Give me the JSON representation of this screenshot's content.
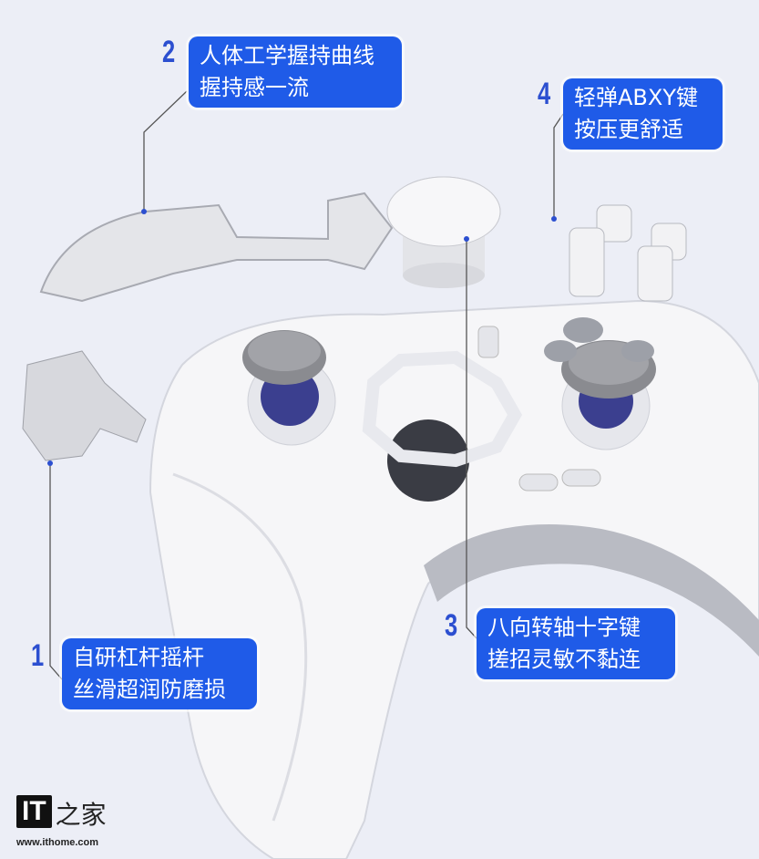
{
  "callouts": [
    {
      "number": "1",
      "line1": "自研杠杆摇杆",
      "line2": "丝滑超润防磨损"
    },
    {
      "number": "2",
      "line1": "人体工学握持曲线",
      "line2": "握持感一流"
    },
    {
      "number": "3",
      "line1": "八向转轴十字键",
      "line2": "搓招灵敏不黏连"
    },
    {
      "number": "4",
      "line1": "轻弹ABXY键",
      "line2": "按压更舒适"
    }
  ],
  "watermark": {
    "logo": "IT之家",
    "url": "www.ithome.com"
  },
  "colors": {
    "background": "#eceef6",
    "callout": "#1f5be8",
    "number": "#2c4fd0"
  }
}
